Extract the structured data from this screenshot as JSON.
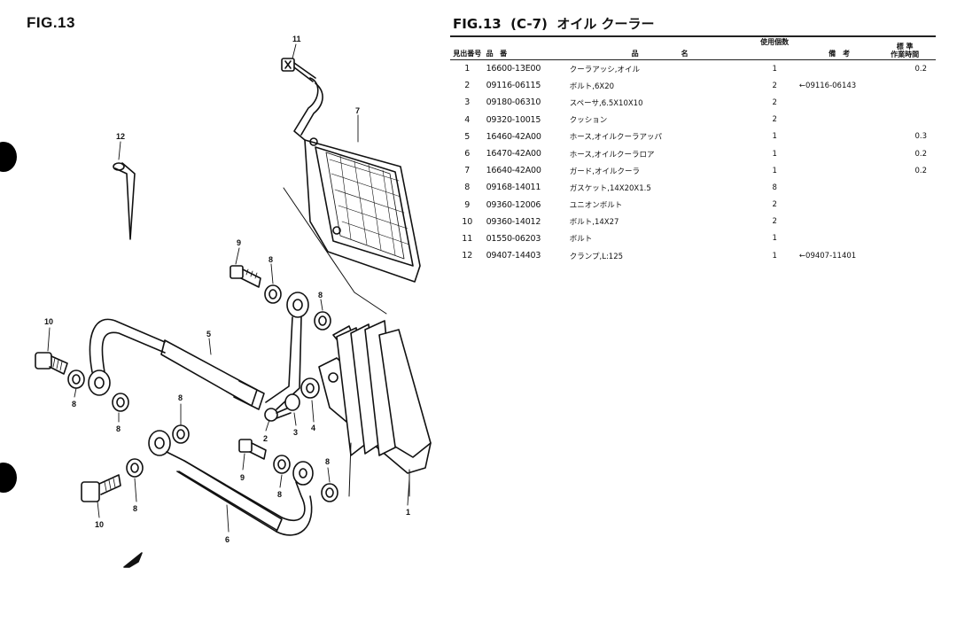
{
  "figure_label": "FIG.13",
  "title": "FIG.13  (C-7)  オイル クーラー",
  "table": {
    "headers": {
      "ref": "見出番号",
      "part_no": "品　番",
      "desc": "品　　　　　　名",
      "qty": "使用個数",
      "note": "備　考",
      "time": "標 準\n作業時間"
    },
    "rows": [
      {
        "ref": "1",
        "part_no": "16600-13E00",
        "desc": "クーラアッシ,オイル",
        "qty": "1",
        "note": "",
        "time": "0.2"
      },
      {
        "ref": "2",
        "part_no": "09116-06115",
        "desc": "ボルト,6X20",
        "qty": "2",
        "note": "←09116-06143",
        "time": ""
      },
      {
        "ref": "3",
        "part_no": "09180-06310",
        "desc": "スペーサ,6.5X10X10",
        "qty": "2",
        "note": "",
        "time": ""
      },
      {
        "ref": "4",
        "part_no": "09320-10015",
        "desc": "クッション",
        "qty": "2",
        "note": "",
        "time": ""
      },
      {
        "ref": "5",
        "part_no": "16460-42A00",
        "desc": "ホース,オイルクーラアッパ",
        "qty": "1",
        "note": "",
        "time": "0.3"
      },
      {
        "ref": "6",
        "part_no": "16470-42A00",
        "desc": "ホース,オイルクーラロア",
        "qty": "1",
        "note": "",
        "time": "0.2"
      },
      {
        "ref": "7",
        "part_no": "16640-42A00",
        "desc": "ガード,オイルクーラ",
        "qty": "1",
        "note": "",
        "time": "0.2"
      },
      {
        "ref": "8",
        "part_no": "09168-14011",
        "desc": "ガスケット,14X20X1.5",
        "qty": "8",
        "note": "",
        "time": ""
      },
      {
        "ref": "9",
        "part_no": "09360-12006",
        "desc": "ユニオンボルト",
        "qty": "2",
        "note": "",
        "time": ""
      },
      {
        "ref": "10",
        "part_no": "09360-14012",
        "desc": "ボルト,14X27",
        "qty": "2",
        "note": "",
        "time": ""
      },
      {
        "ref": "11",
        "part_no": "01550-06203",
        "desc": "ボルト",
        "qty": "1",
        "note": "",
        "time": ""
      },
      {
        "ref": "12",
        "part_no": "09407-14403",
        "desc": "クランプ,L:125",
        "qty": "1",
        "note": "←09407-11401",
        "time": ""
      }
    ]
  },
  "callouts": [
    "11",
    "7",
    "12",
    "9",
    "8",
    "8",
    "10",
    "5",
    "8",
    "8",
    "2",
    "3",
    "4",
    "8",
    "9",
    "8",
    "8",
    "10",
    "8",
    "6",
    "1"
  ]
}
